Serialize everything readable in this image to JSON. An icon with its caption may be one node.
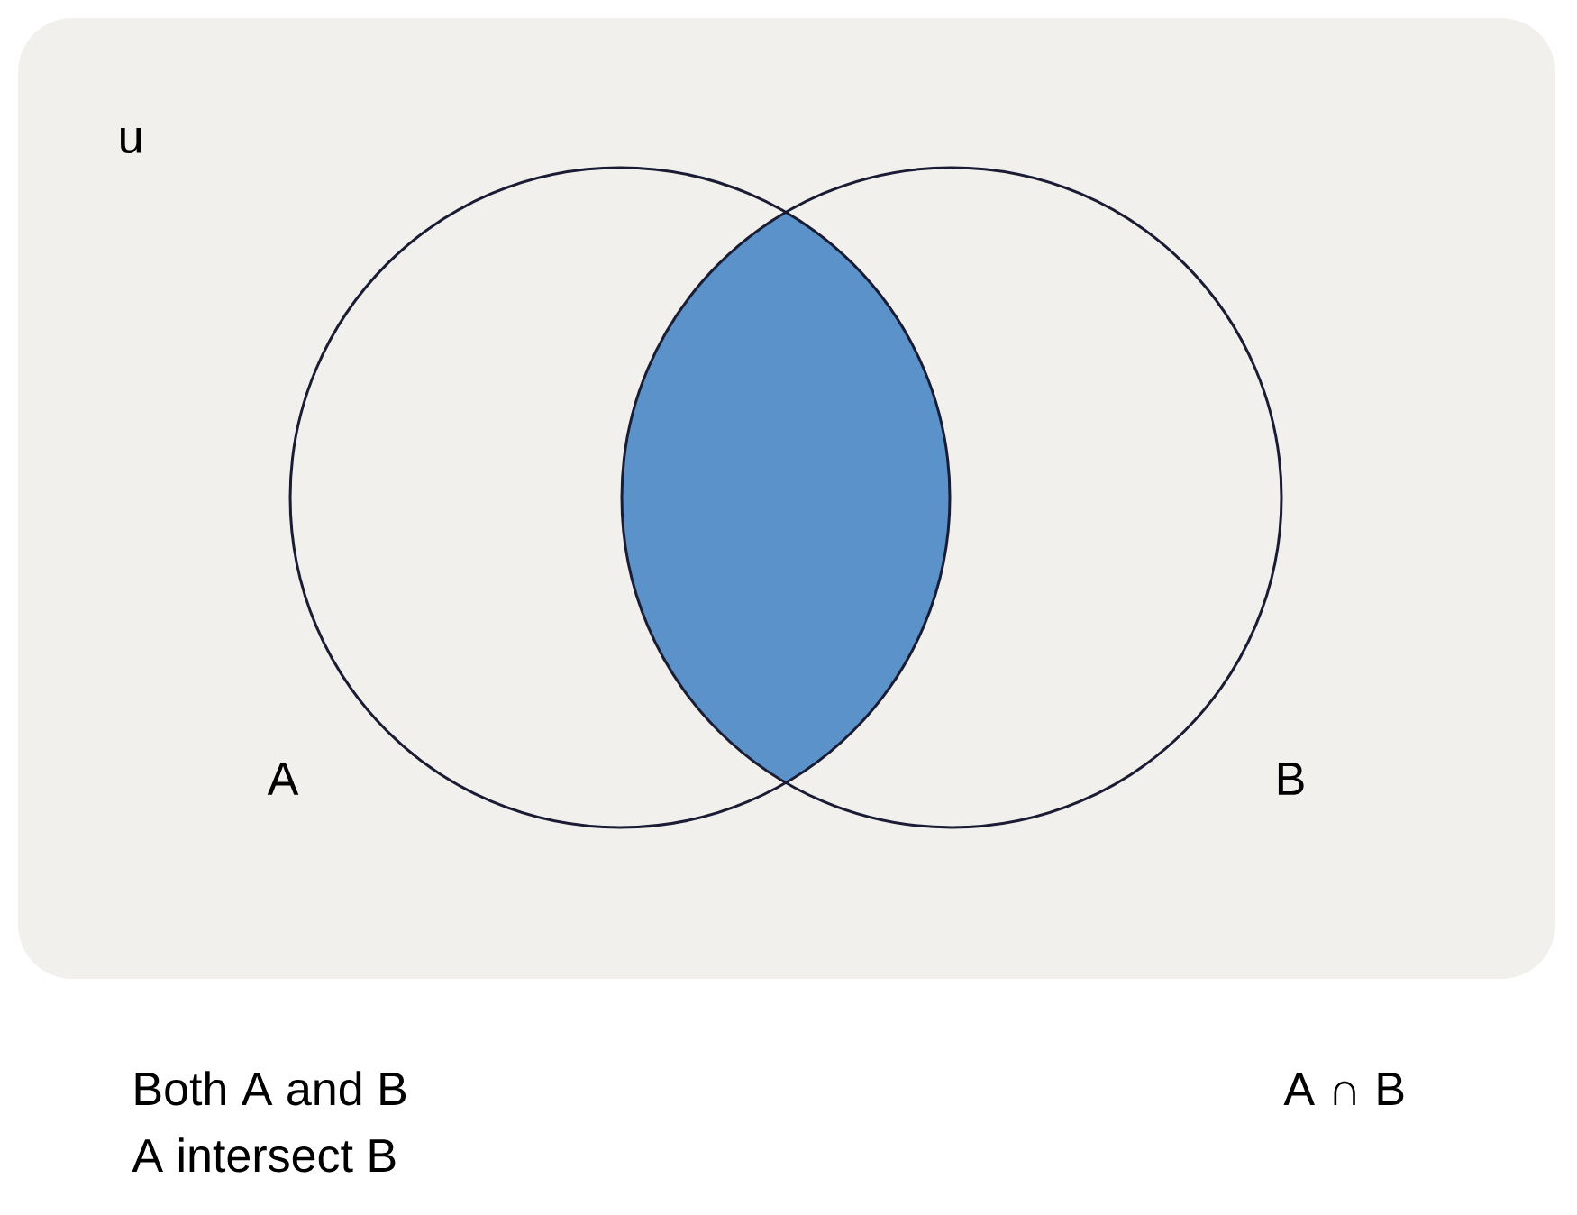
{
  "diagram": {
    "nodes": [
      {
        "text": [
          "u"
        ]
      },
      {
        "text": [
          "A"
        ],
        "in": 0
      },
      {
        "text": [
          "B"
        ],
        "in": 0
      },
      {
        "text": [],
        "shape": "lens"
      }
    ],
    "edges": [],
    "labels": [
      "Both A and B",
      "A intersect B",
      "A ∩ B"
    ]
  }
}
